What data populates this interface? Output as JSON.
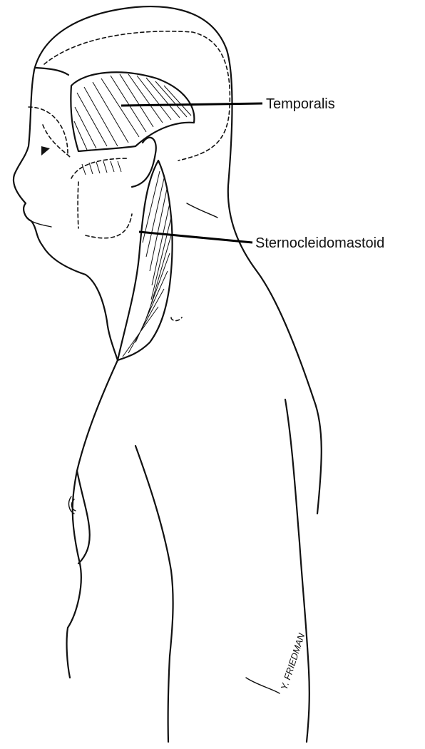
{
  "labels": {
    "temporalis": "Temporalis",
    "sternocleidomastoid": "Sternocleidomastoid"
  },
  "signature": "Y. FRIEDMAN"
}
